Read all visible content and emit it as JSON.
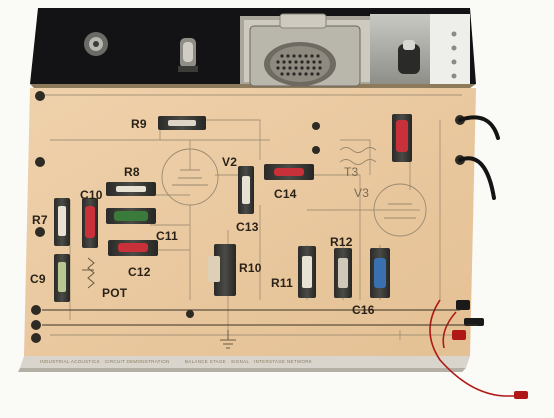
{
  "labels": {
    "R9": "R9",
    "V2": "V2",
    "R8": "R8",
    "C10": "C10",
    "R7": "R7",
    "C11": "C11",
    "C12": "C12",
    "C13": "C13",
    "C14": "C14",
    "C9": "C9",
    "POT": "POT",
    "R10": "R10",
    "R11": "R11",
    "R12": "R12",
    "C16": "C16",
    "V3": "V3",
    "T3": "T3"
  },
  "footer": {
    "left": "INDUSTRIAL ACOUSTICS · CIRCUIT DEMONSTRATION",
    "right": "BALANCE STAGE · SIGNAL · INTERSTAGE NETWORK"
  },
  "colors": {
    "board": "#e9c9a0",
    "panel": "#16161a",
    "resistor_red": "#c8303a",
    "resistor_green": "#3a7a3a",
    "resistor_blue": "#3a6fb0",
    "wire_red": "#b01818"
  }
}
